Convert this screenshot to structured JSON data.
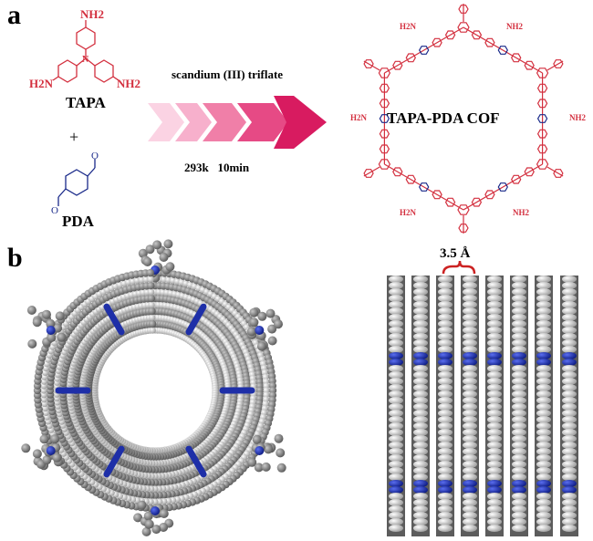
{
  "panel_a": {
    "letter": "a",
    "tapa_label": "TAPA",
    "pda_label": "PDA",
    "plus": "+",
    "nh2": "NH2",
    "h2n": "H2N",
    "oxygen": "O",
    "nitrogen": "N",
    "condition_top": "scandium (III) triflate",
    "condition_bottom": "293k   10min",
    "product_label": "TAPA-PDA COF",
    "colors": {
      "tapa": "#d32f3e",
      "pda": "#1a2a8a",
      "arrow": "#d81b60"
    }
  },
  "panel_b": {
    "letter": "b",
    "spacing_label": "3.5 Å",
    "colors": {
      "carbon": "#7a7a7a",
      "hydrogen": "#f0f0f0",
      "nitrogen": "#1e2fa8",
      "bracket": "#cc2222"
    }
  }
}
